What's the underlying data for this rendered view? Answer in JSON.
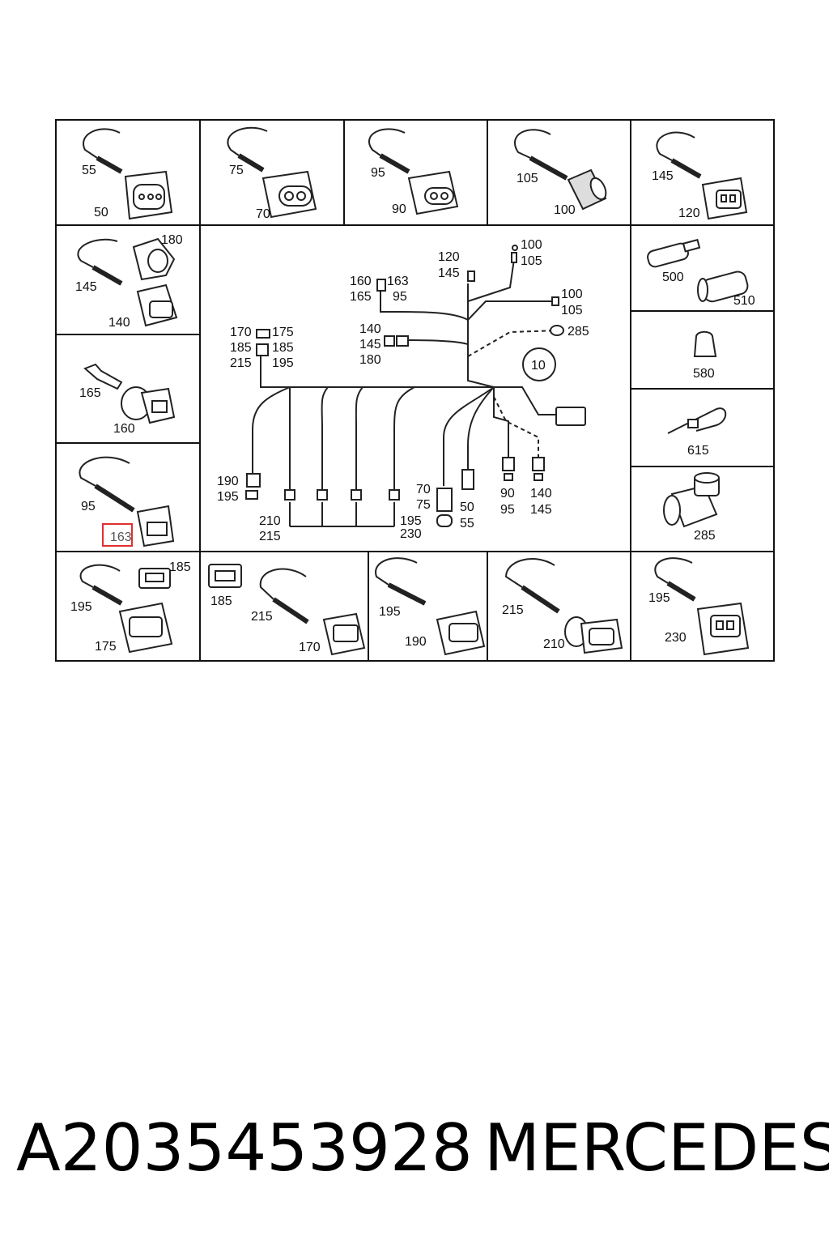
{
  "diagram": {
    "cells": {
      "c1": [
        "55",
        "50"
      ],
      "c2": [
        "75",
        "70"
      ],
      "c3": [
        "95",
        "90"
      ],
      "c4": [
        "105",
        "100"
      ],
      "c5": [
        "145",
        "120"
      ],
      "l2": [
        "180",
        "145",
        "140"
      ],
      "l3": [
        "165",
        "160"
      ],
      "l4": [
        "95",
        "163"
      ],
      "r2": [
        "500",
        "510"
      ],
      "r3": [
        "580"
      ],
      "r4": [
        "615"
      ],
      "r5": [
        "285"
      ],
      "b1": [
        "185",
        "195",
        "175"
      ],
      "b2": [
        "185",
        "215",
        "170"
      ],
      "b3": [
        "195",
        "190"
      ],
      "b4": [
        "215",
        "210"
      ],
      "b5": [
        "195",
        "230"
      ]
    },
    "harness": {
      "circle_label": "10",
      "labels": [
        "120",
        "145",
        "100",
        "105",
        "160",
        "163",
        "165",
        "95",
        "100",
        "105",
        "140",
        "145",
        "180",
        "285",
        "170",
        "175",
        "185",
        "185",
        "215",
        "195",
        "190",
        "195",
        "210",
        "215",
        "195",
        "230",
        "70",
        "75",
        "50",
        "55",
        "90",
        "95",
        "140",
        "145"
      ]
    }
  },
  "footer": {
    "part_number": "A2035453928",
    "brand": "MERCEDES"
  }
}
